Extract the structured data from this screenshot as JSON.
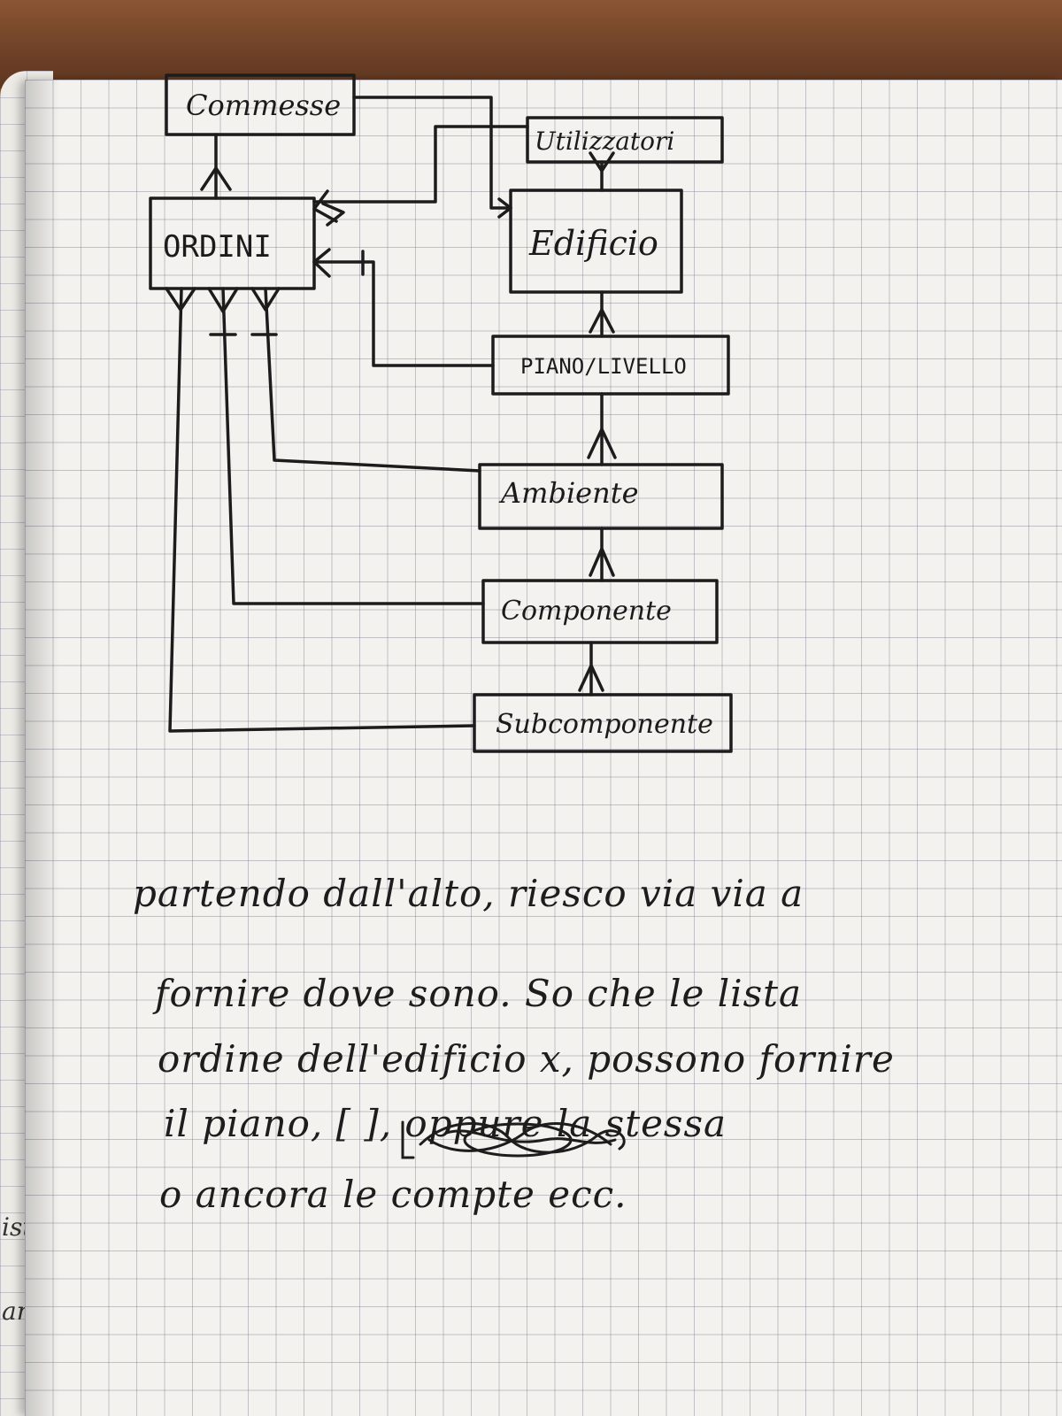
{
  "diagram": {
    "entities": {
      "commesse": "Commesse",
      "utilizzatori": "Utilizzatori",
      "ordini": "ORDINI",
      "edificio": "Edificio",
      "piano_livello": "PIANO/LIVELLO",
      "ambiente": "Ambiente",
      "componente": "Componente",
      "subcomponente": "Subcomponente"
    }
  },
  "notes": {
    "lines": [
      "partendo dall'alto, riesco via via a",
      "fornire dove sono. So che le lista",
      "ordine dell'edificio x, possono fornire",
      "il piano, [                  ], oppure la stessa",
      "o ancora le compte ecc."
    ]
  },
  "left_page": {
    "snippets": [
      "iste",
      "ante"
    ]
  }
}
